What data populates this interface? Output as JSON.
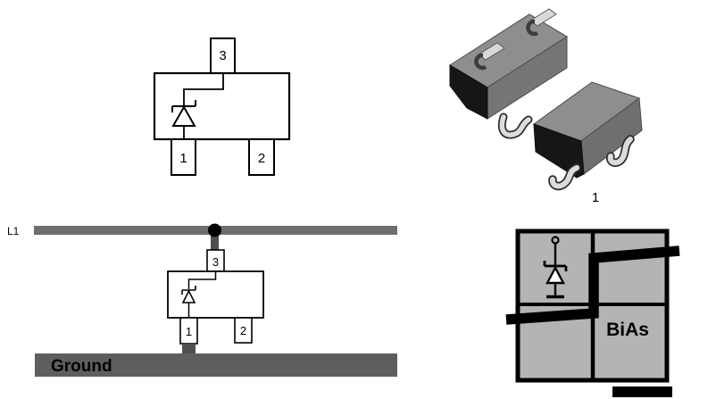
{
  "figure": {
    "pinout": {
      "pin1": "1",
      "pin2": "2",
      "pin3": "3"
    },
    "package_3d": {
      "pin1_label": "1"
    },
    "mounting": {
      "line_label": "L1",
      "pin1": "1",
      "pin2": "2",
      "pin3": "3",
      "ground_label": "Ground"
    },
    "marking": {
      "code": "BiAs"
    }
  },
  "colors": {
    "l1_bar": "#6e6e6e",
    "ground_bar": "#5e5e5e",
    "trace_stub": "#4f4f4f",
    "junction_dot": "#000000",
    "chip_fill": "#b4b4b4",
    "package_top": "#8e8e8e",
    "package_front": "#757575",
    "package_side": "#6f6f6f",
    "package_end": "#161616",
    "lead_fill": "#d9d9d9",
    "lead_outline": "#2e2e2e",
    "outline": "#000000",
    "ground_text": "#ffffff",
    "scale_bar": "#000000"
  }
}
